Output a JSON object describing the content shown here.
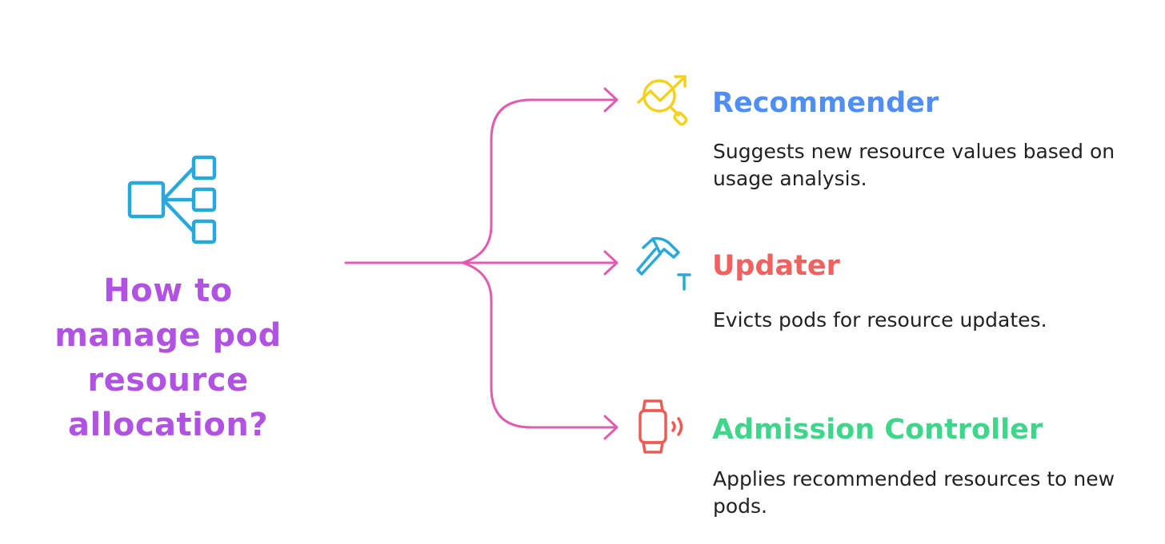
{
  "question": {
    "line1": "How to",
    "line2": "manage pod",
    "line3": "resource",
    "line4": "allocation?"
  },
  "branches": [
    {
      "title": "Recommender",
      "description": "Suggests new resource values based on usage analysis.",
      "color": "#4f8ef5",
      "icon": "magnifier-trend-icon",
      "icon_color": "#f2d21c"
    },
    {
      "title": "Updater",
      "description": "Evicts pods for resource updates.",
      "color": "#f0615f",
      "icon": "hammer-nail-icon",
      "icon_color": "#2aa8db"
    },
    {
      "title": "Admission Controller",
      "description": "Applies recommended resources to new pods.",
      "color": "#3dd68a",
      "icon": "smartwatch-icon",
      "icon_color": "#ef5a52"
    }
  ],
  "colors": {
    "question": "#b152e2",
    "connector": "#e05cb0",
    "root_icon": "#2aa8db",
    "description": "#222222"
  },
  "root_icon": "hierarchy-icon"
}
